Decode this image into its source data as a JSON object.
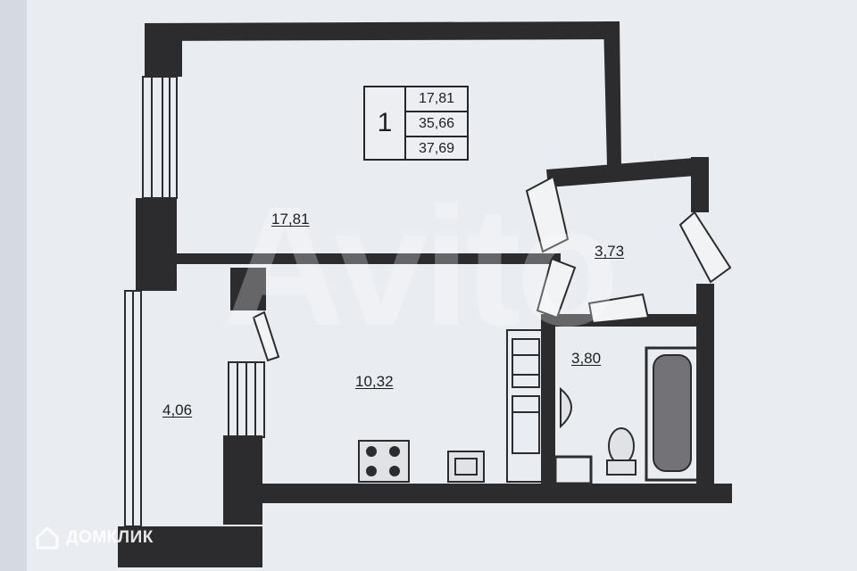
{
  "summary": {
    "rooms": "1",
    "areas": [
      "17,81",
      "35,66",
      "37,69"
    ]
  },
  "rooms": {
    "living_room": "17,81",
    "kitchen": "10,32",
    "loggia": "4,06",
    "hall": "3,73",
    "bathroom": "3,80"
  },
  "brand": {
    "name": "ДОМКЛИК",
    "watermark": "Avito"
  },
  "colors": {
    "wall": "#2c2c2e",
    "fixture": "#3a3a3c",
    "background": "#e8ebf0"
  }
}
